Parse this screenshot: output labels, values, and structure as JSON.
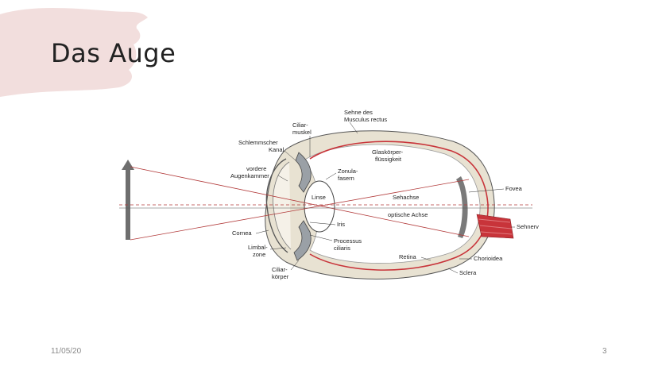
{
  "slide": {
    "title": "Das Auge",
    "date": "11/05/20",
    "page_number": "3",
    "accent_color": "#f2dedd"
  },
  "diagram": {
    "labels": {
      "sehne": [
        "Sehne des",
        "Musculus rectus"
      ],
      "ciliarmuskel": [
        "Ciliar-",
        "muskel"
      ],
      "schlemm": [
        "Schlemmscher",
        "Kanal"
      ],
      "vordere": [
        "vordere",
        "Augenkammer"
      ],
      "zonula": [
        "Zonula-",
        "fasern"
      ],
      "glaskoerper": [
        "Glaskörper-",
        "flüssigkeit"
      ],
      "linse": "Linse",
      "sehachse": "Sehachse",
      "optische_achse": "optische Achse",
      "fovea": "Fovea",
      "sehnerv": "Sehnerv",
      "cornea": "Cornea",
      "iris": "Iris",
      "processus": [
        "Processus",
        "ciliaris"
      ],
      "limbal": [
        "Limbal-",
        "zone"
      ],
      "retina": "Retina",
      "chorioidea": "Chorioidea",
      "ciliarkoerper": [
        "Ciliar-",
        "körper"
      ],
      "sclera": "Sclera"
    },
    "colors": {
      "sclera": "#e8e2d2",
      "ray": "#b23a3a",
      "retina": "#c8343a",
      "object": "#6e6e6e"
    }
  }
}
